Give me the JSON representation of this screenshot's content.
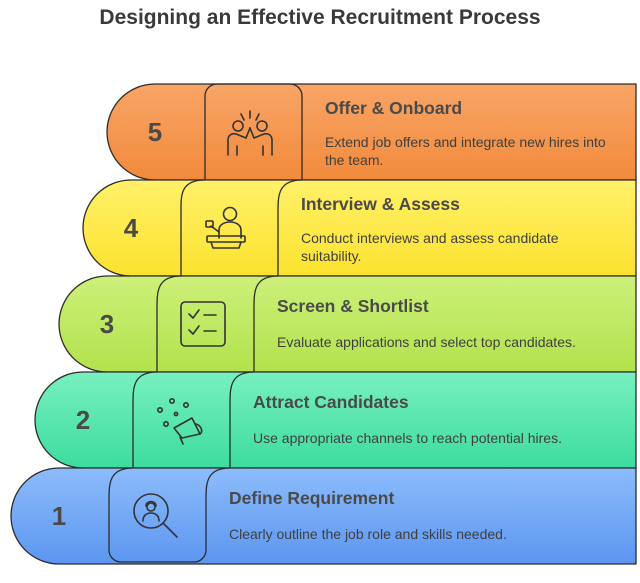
{
  "title": "Designing an Effective Recruitment Process",
  "steps": [
    {
      "number": "1",
      "title": "Define Requirement",
      "description": "Clearly outline the job role and skills needed.",
      "icon": "search-person-icon",
      "color": "#6fa8f5"
    },
    {
      "number": "2",
      "title": "Attract Candidates",
      "description": "Use appropriate channels to reach potential hires.",
      "icon": "megaphone-icon",
      "color": "#4ee3a8"
    },
    {
      "number": "3",
      "title": "Screen & Shortlist",
      "description": "Evaluate applications and select top candidates.",
      "icon": "checklist-icon",
      "color": "#bce85a"
    },
    {
      "number": "4",
      "title": "Interview & Assess",
      "description": "Conduct interviews and assess candidate suitability.",
      "icon": "interview-icon",
      "color": "#fde93c"
    },
    {
      "number": "5",
      "title": "Offer & Onboard",
      "description": "Extend job offers and integrate new hires into the team.",
      "icon": "high-five-icon",
      "color": "#f5954c"
    }
  ]
}
